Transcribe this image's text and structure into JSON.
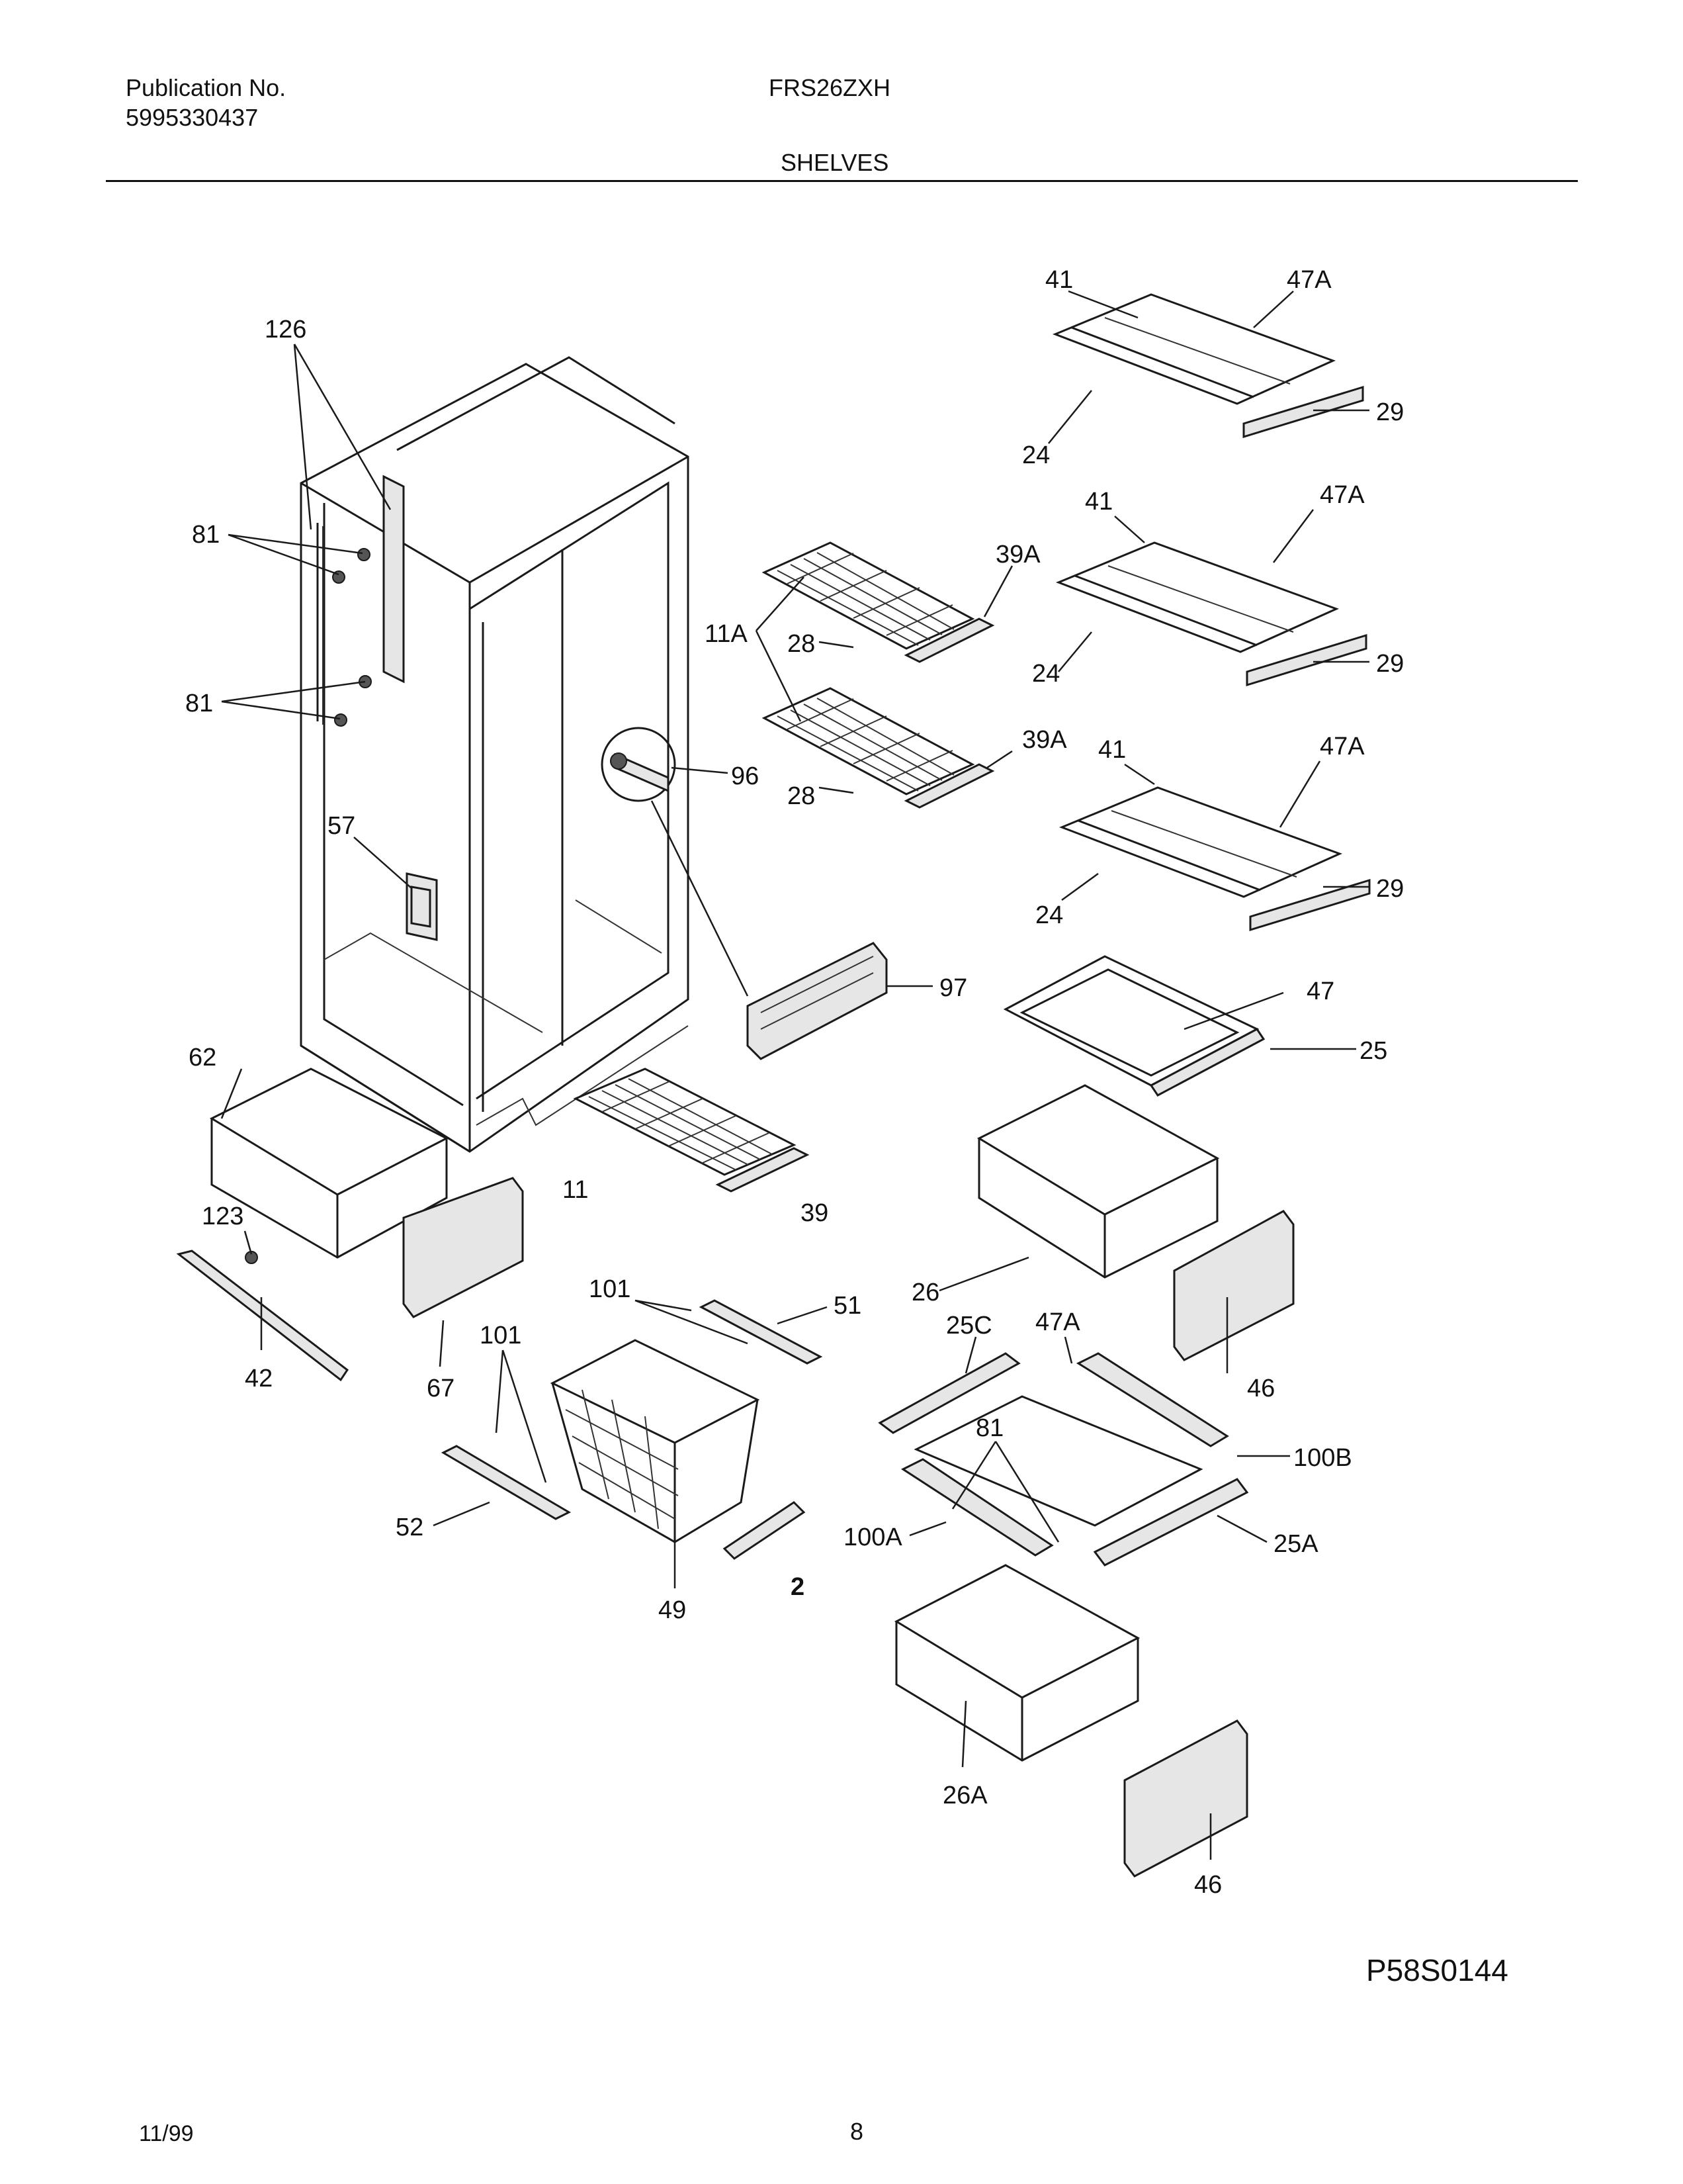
{
  "header": {
    "publication_label": "Publication No.",
    "publication_number": "5995330437",
    "model": "FRS26ZXH",
    "section": "SHELVES"
  },
  "diagram_code": "P58S0144",
  "footer": {
    "date": "11/99",
    "page": "8"
  },
  "callouts": [
    "126",
    "81",
    "81",
    "57",
    "62",
    "123",
    "42",
    "67",
    "101",
    "101",
    "52",
    "49",
    "2",
    "51",
    "11",
    "39",
    "11A",
    "28",
    "28",
    "39A",
    "39A",
    "96",
    "97",
    "41",
    "47A",
    "24",
    "29",
    "41",
    "47A",
    "24",
    "29",
    "41",
    "47A",
    "24",
    "29",
    "47",
    "25",
    "26",
    "46",
    "25C",
    "47A",
    "100B",
    "81",
    "100A",
    "25A",
    "26A",
    "46"
  ]
}
